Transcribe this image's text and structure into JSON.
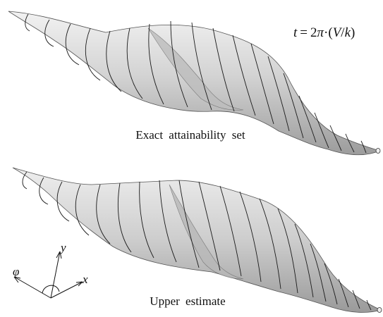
{
  "formula": {
    "lhs": "t",
    "eq": "=",
    "coef": "2",
    "pi": "π",
    "dot": "·",
    "open": "(",
    "V": "V",
    "slash": "/",
    "k": "k",
    "close": ")"
  },
  "top_panel": {
    "caption": "Exact attainability set"
  },
  "bottom_panel": {
    "caption": "Upper estimate"
  },
  "axes": {
    "y": "y",
    "x": "x",
    "phi": "φ"
  },
  "colors": {
    "surface": "#cfcfcf",
    "stripe": "#1a1a1a",
    "text": "#111111"
  }
}
